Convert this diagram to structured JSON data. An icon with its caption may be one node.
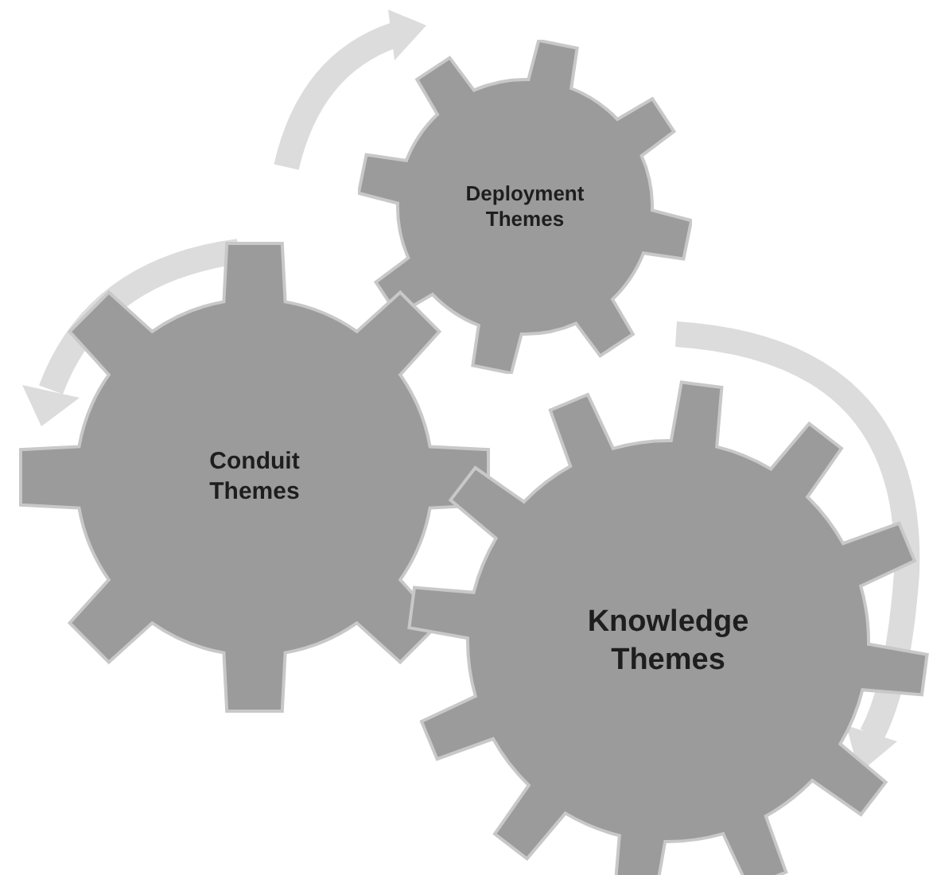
{
  "diagram": {
    "nodes": [
      {
        "text": [
          "Deployment Themes"
        ]
      },
      {
        "text": [
          "Conduit Themes"
        ]
      },
      {
        "text": [
          "Knowledge Themes"
        ]
      }
    ]
  }
}
